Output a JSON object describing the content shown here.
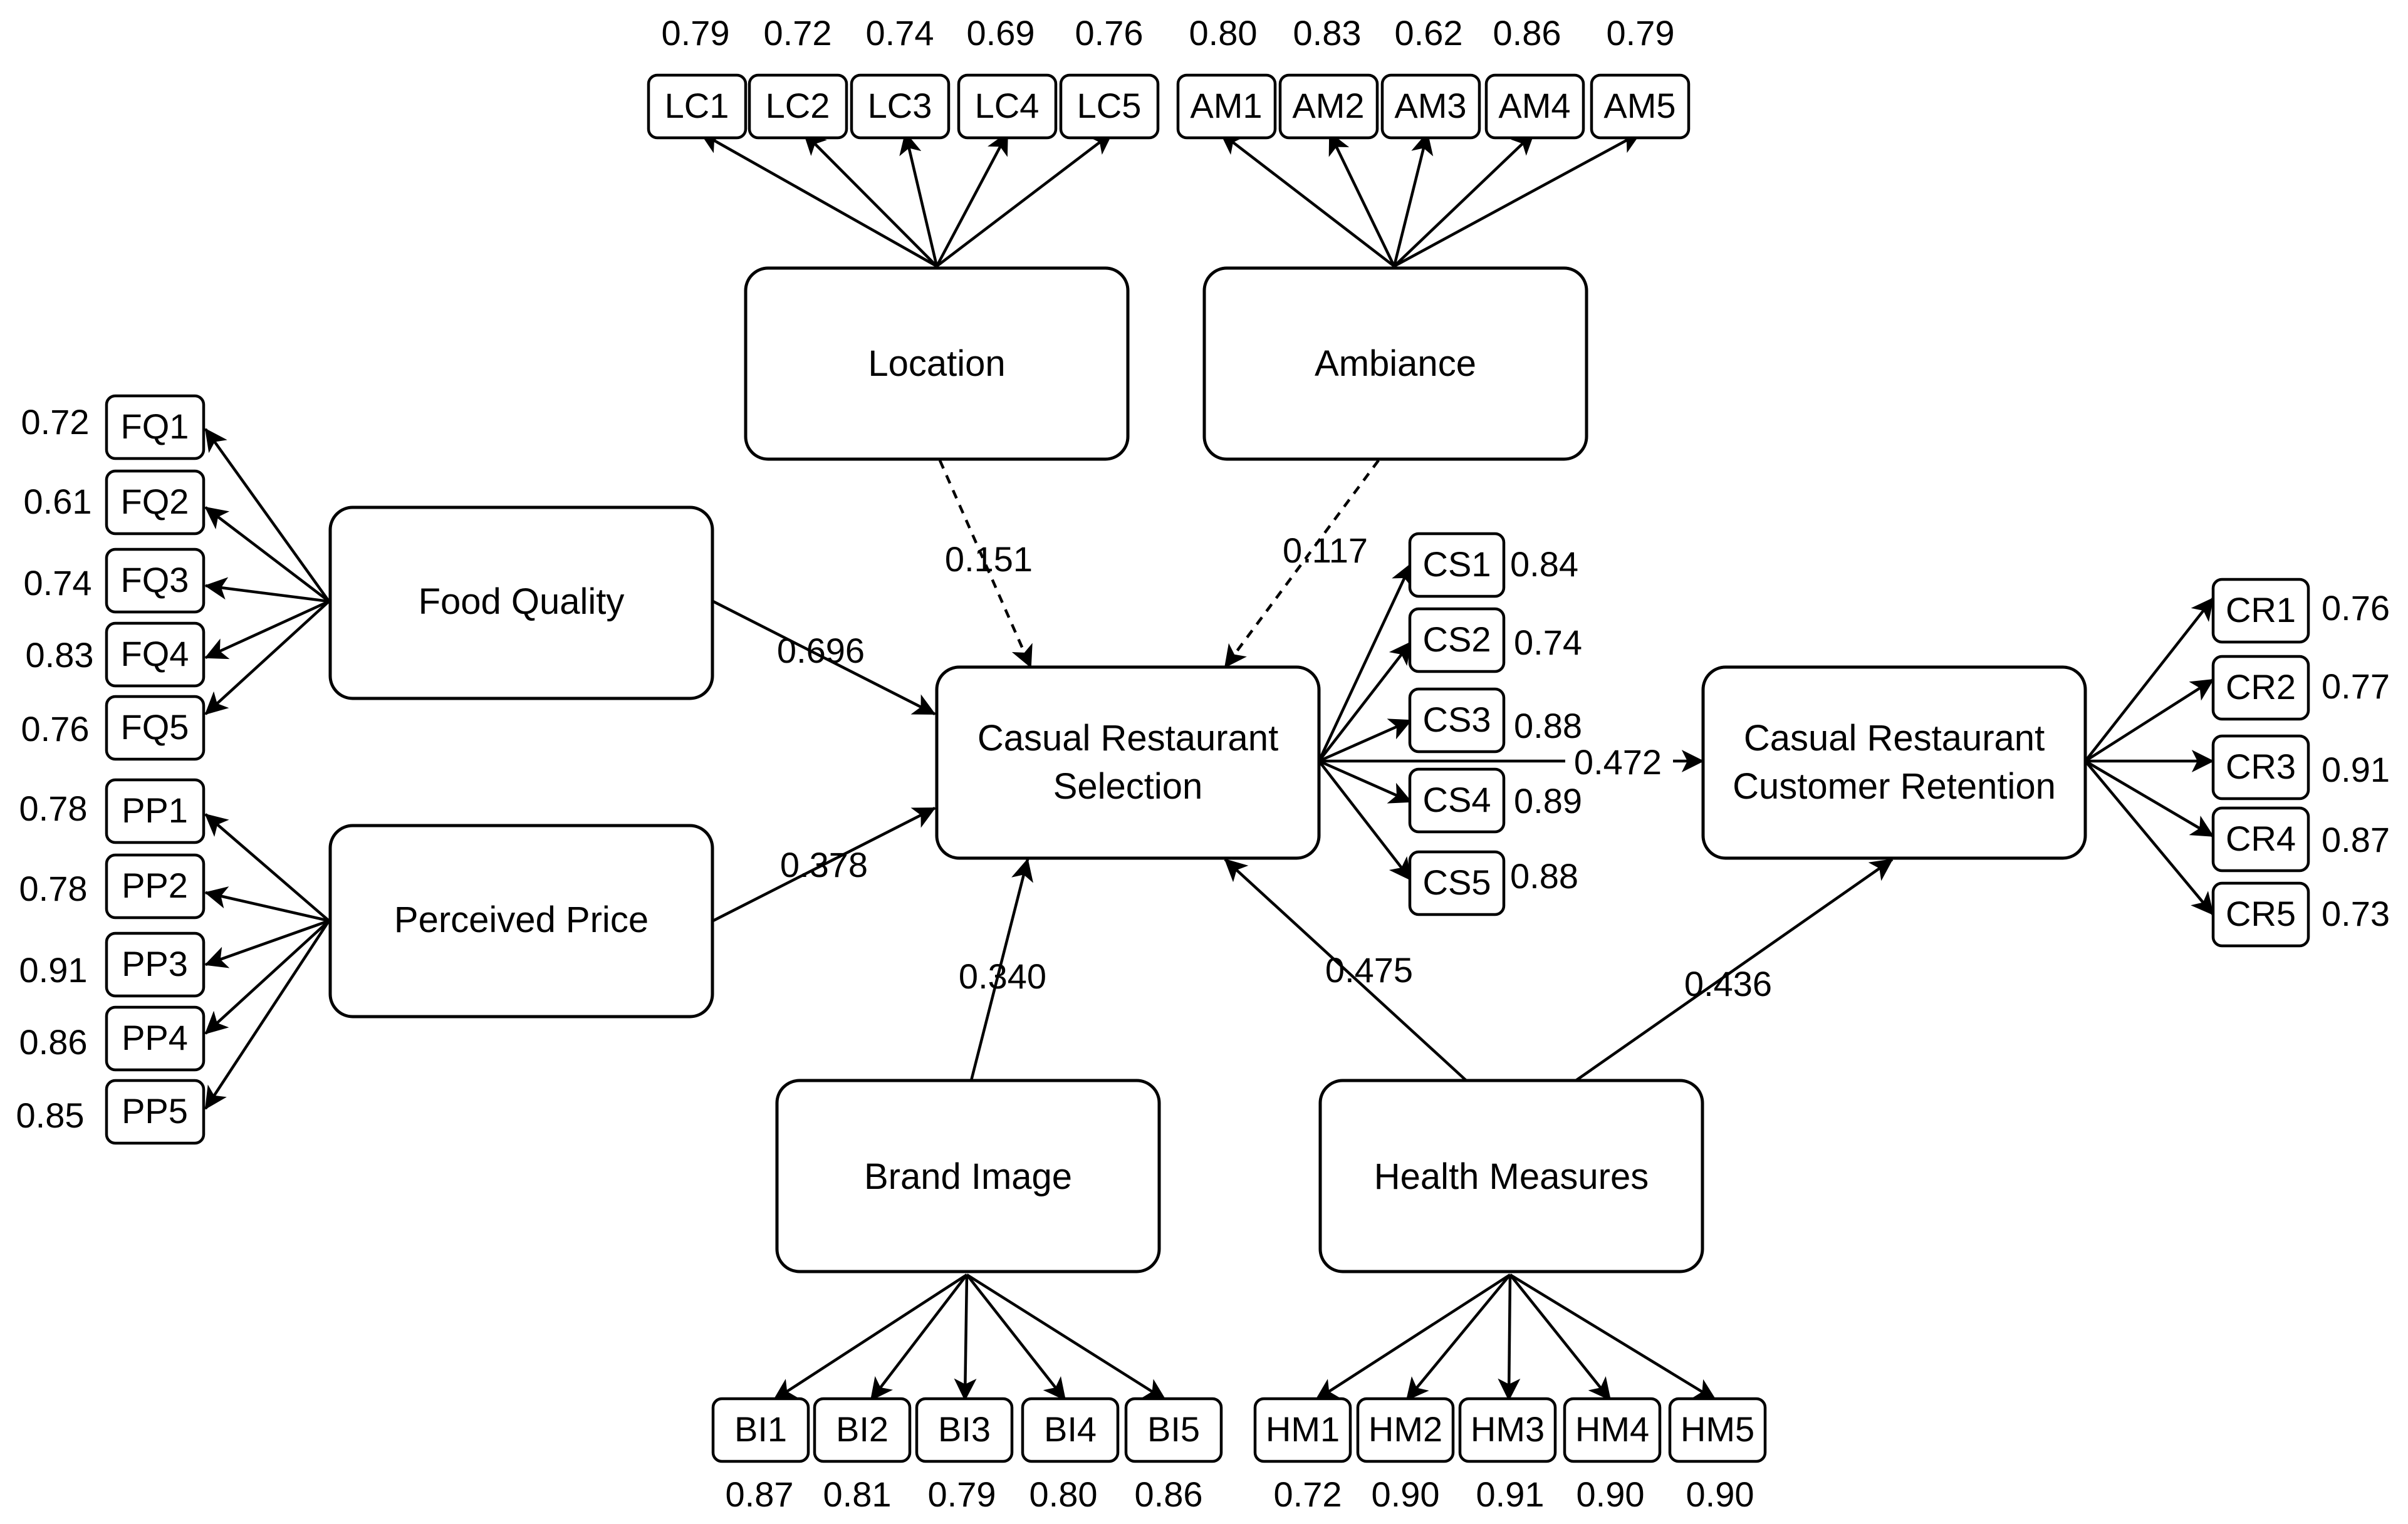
{
  "constructs": {
    "location": "Location",
    "ambiance": "Ambiance",
    "food_quality": "Food Quality",
    "perceived_price": "Perceived Price",
    "selection": [
      "Casual Restaurant",
      "Selection"
    ],
    "retention": [
      "Casual Restaurant",
      "Customer Retention"
    ],
    "brand_image": "Brand Image",
    "health_measures": "Health Measures"
  },
  "indicators": {
    "LC": [
      {
        "id": "LC1",
        "loading": "0.79"
      },
      {
        "id": "LC2",
        "loading": "0.72"
      },
      {
        "id": "LC3",
        "loading": "0.74"
      },
      {
        "id": "LC4",
        "loading": "0.69"
      },
      {
        "id": "LC5",
        "loading": "0.76"
      }
    ],
    "AM": [
      {
        "id": "AM1",
        "loading": "0.80"
      },
      {
        "id": "AM2",
        "loading": "0.83"
      },
      {
        "id": "AM3",
        "loading": "0.62"
      },
      {
        "id": "AM4",
        "loading": "0.86"
      },
      {
        "id": "AM5",
        "loading": "0.79"
      }
    ],
    "FQ": [
      {
        "id": "FQ1",
        "loading": "0.72"
      },
      {
        "id": "FQ2",
        "loading": "0.61"
      },
      {
        "id": "FQ3",
        "loading": "0.74"
      },
      {
        "id": "FQ4",
        "loading": "0.83"
      },
      {
        "id": "FQ5",
        "loading": "0.76"
      }
    ],
    "PP": [
      {
        "id": "PP1",
        "loading": "0.78"
      },
      {
        "id": "PP2",
        "loading": "0.78"
      },
      {
        "id": "PP3",
        "loading": "0.91"
      },
      {
        "id": "PP4",
        "loading": "0.86"
      },
      {
        "id": "PP5",
        "loading": "0.85"
      }
    ],
    "CS": [
      {
        "id": "CS1",
        "loading": "0.84"
      },
      {
        "id": "CS2",
        "loading": "0.74"
      },
      {
        "id": "CS3",
        "loading": "0.88"
      },
      {
        "id": "CS4",
        "loading": "0.89"
      },
      {
        "id": "CS5",
        "loading": "0.88"
      }
    ],
    "CR": [
      {
        "id": "CR1",
        "loading": "0.76"
      },
      {
        "id": "CR2",
        "loading": "0.77"
      },
      {
        "id": "CR3",
        "loading": "0.91"
      },
      {
        "id": "CR4",
        "loading": "0.87"
      },
      {
        "id": "CR5",
        "loading": "0.73"
      }
    ],
    "BI": [
      {
        "id": "BI1",
        "loading": "0.87"
      },
      {
        "id": "BI2",
        "loading": "0.81"
      },
      {
        "id": "BI3",
        "loading": "0.79"
      },
      {
        "id": "BI4",
        "loading": "0.80"
      },
      {
        "id": "BI5",
        "loading": "0.86"
      }
    ],
    "HM": [
      {
        "id": "HM1",
        "loading": "0.72"
      },
      {
        "id": "HM2",
        "loading": "0.90"
      },
      {
        "id": "HM3",
        "loading": "0.91"
      },
      {
        "id": "HM4",
        "loading": "0.90"
      },
      {
        "id": "HM5",
        "loading": "0.90"
      }
    ]
  },
  "paths": {
    "location_selection": "0.151",
    "ambiance_selection": "0.117",
    "food_quality_selection": "0.696",
    "perceived_price_selection": "0.378",
    "selection_retention": "0.472",
    "brand_image_selection": "0.340",
    "health_measures_selection": "0.475",
    "health_measures_retention": "0.436"
  }
}
